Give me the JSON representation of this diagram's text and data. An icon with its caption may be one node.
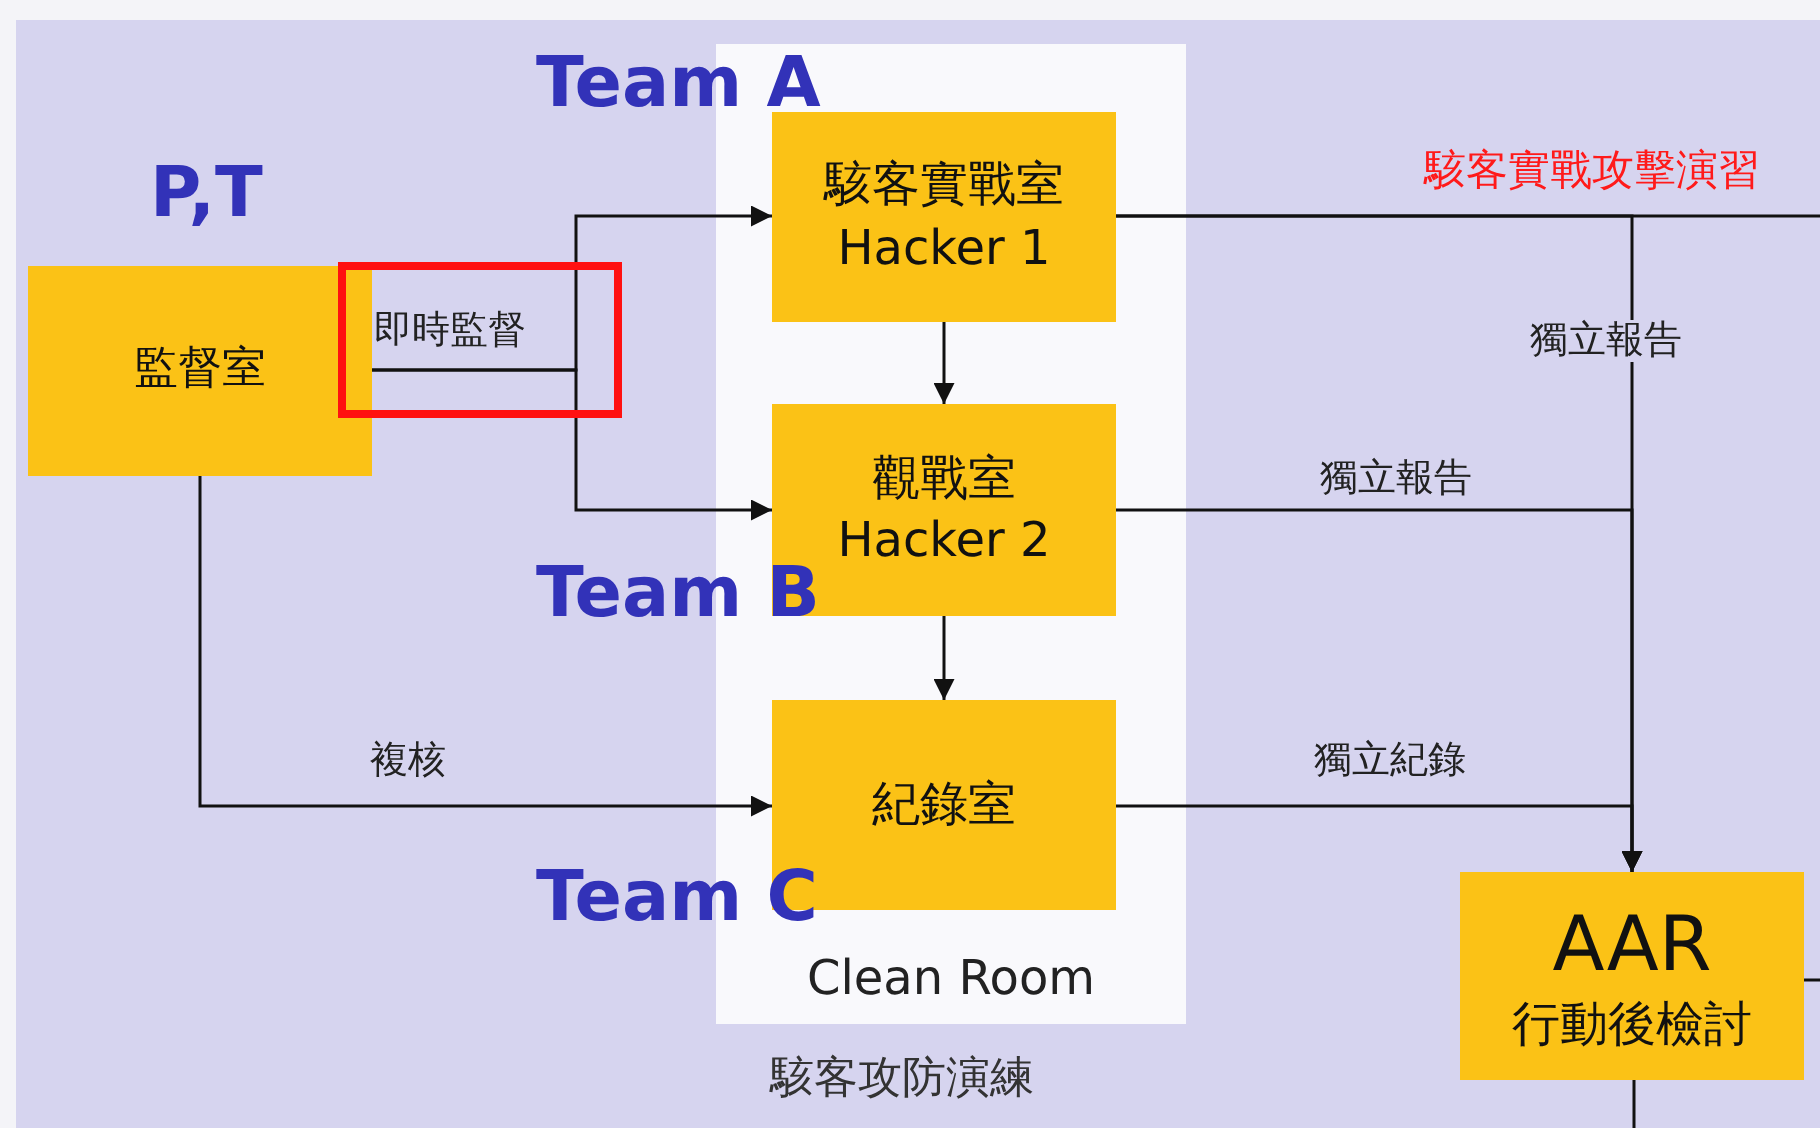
{
  "diagram": {
    "nodes": [
      {
        "text": [
          "監督室"
        ],
        "beside": [
          "P,T"
        ]
      },
      {
        "text": [
          "Clean Room"
        ]
      },
      {
        "text": [
          "駭客實戰室 Hacker 1"
        ],
        "in": 1,
        "beside": [
          "Team A"
        ]
      },
      {
        "text": [
          "觀戰室 Hacker 2"
        ],
        "in": 1,
        "beside": [
          "Team B"
        ]
      },
      {
        "text": [
          "紀錄室"
        ],
        "in": 1,
        "beside": [
          "Team C"
        ]
      },
      {
        "text": [
          "AAR",
          "行動後檢討"
        ]
      }
    ],
    "edges": [
      {
        "from": 0,
        "to": 2,
        "arrow": "to",
        "label": "即時監督"
      },
      {
        "from": 0,
        "to": 3,
        "arrow": "to"
      },
      {
        "from": 0,
        "to": 4,
        "arrow": "to",
        "label": "複核"
      },
      {
        "from": 2,
        "to": 3,
        "arrow": "to"
      },
      {
        "from": 3,
        "to": 4,
        "arrow": "to"
      },
      {
        "from": 2,
        "to": 5,
        "arrow": "to",
        "label": "獨立報告"
      },
      {
        "from": 3,
        "to": 5,
        "arrow": "to",
        "label": "獨立報告"
      },
      {
        "from": 4,
        "to": 5,
        "arrow": "to",
        "label": "獨立紀錄"
      },
      {
        "from": 2,
        "to": null,
        "arrow": "none",
        "label": "駭客實戰攻擊演習"
      },
      {
        "from": 5,
        "to": null,
        "arrow": "none"
      },
      {
        "from": 5,
        "to": null,
        "arrow": "none"
      }
    ],
    "labels": [
      "駭客攻防演練"
    ]
  }
}
